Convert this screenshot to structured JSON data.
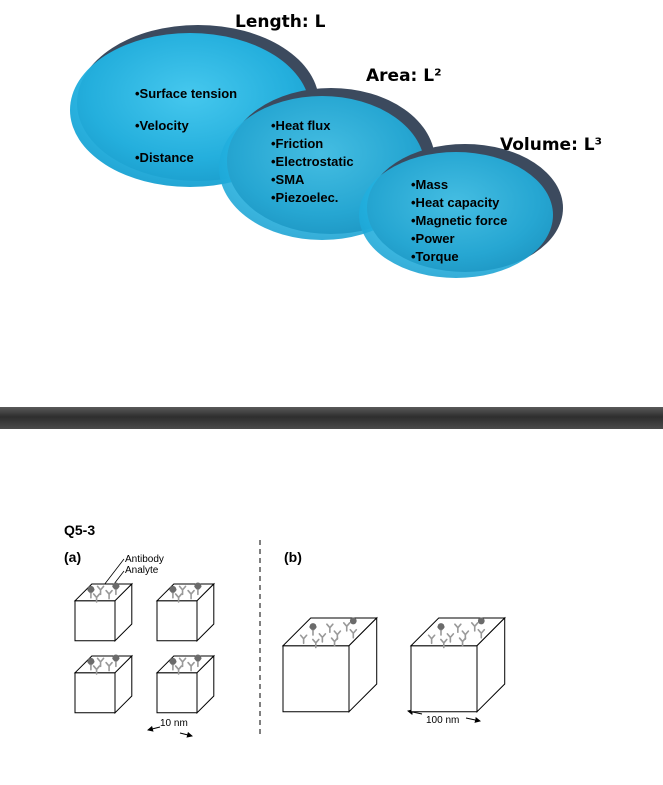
{
  "top_diagram": {
    "length_title": "Length: L",
    "area_title": "Area: L²",
    "volume_title": "Volume: L³",
    "length_items": [
      "•Surface tension",
      "•Velocity",
      "•Distance"
    ],
    "area_items": [
      "•Heat flux",
      "•Friction",
      "•Electrostatic",
      "•SMA",
      "•Piezoelec."
    ],
    "volume_items": [
      "•Mass",
      "•Heat capacity",
      "•Magnetic force",
      "•Power",
      "•Torque"
    ],
    "colors": {
      "ellipse_fill": "#2bbbe8",
      "ellipse_shadow": "#3c4a5e"
    }
  },
  "bottom_figure": {
    "question_label": "Q5-3",
    "part_a_label": "(a)",
    "part_b_label": "(b)",
    "antibody_label": "Antibody",
    "analyte_label": "Analyte",
    "scale_a": "10 nm",
    "scale_b": "100 nm"
  }
}
